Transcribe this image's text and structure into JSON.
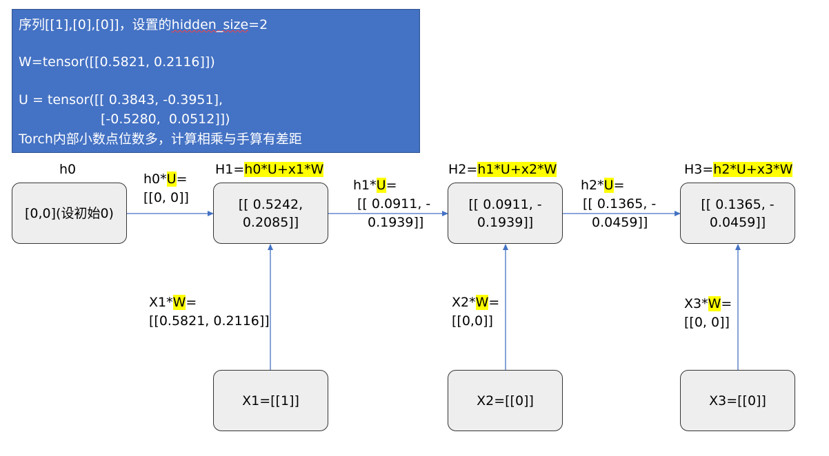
{
  "info": {
    "line1_prefix": "序列[[1],[0],[0]]，设置的",
    "line1_underlined": "hidden_size",
    "line1_suffix": "=2",
    "line2": "W=tensor([[0.5821, 0.2116]])",
    "line3": "U = tensor([[ 0.3843, -0.3951],",
    "line4": "[-0.5280,  0.0512]])",
    "line5": "Torch内部小数点位数多，计算相乘与手算有差距"
  },
  "h0": {
    "title": "h0",
    "value": "[0,0](设初始0)"
  },
  "h1": {
    "title_prefix": "H1=",
    "formula": "h0*U+x1*W",
    "line1": "[[ 0.5242,",
    "line2": "0.2085]]"
  },
  "h2": {
    "title_prefix": "H2=",
    "formula": "h1*U+x2*W",
    "line1": "[[ 0.0911, -",
    "line2": "0.1939]]"
  },
  "h3": {
    "title_prefix": "H3=",
    "formula": "h2*U+x3*W",
    "line1": "[[ 0.1365, -",
    "line2": "0.0459]]"
  },
  "x1": {
    "value": "X1=[[1]]"
  },
  "x2": {
    "value": "X2=[[0]]"
  },
  "x3": {
    "value": "X3=[[0]]"
  },
  "edges": {
    "h0_u": {
      "prefix": "h0*",
      "hl": "U",
      "suffix": "=",
      "line2": "[[0, 0]]"
    },
    "h1_u": {
      "prefix": "h1*",
      "hl": "U",
      "suffix": "=",
      "line2": "[[ 0.0911, -",
      "line3": "0.1939]]"
    },
    "h2_u": {
      "prefix": "h2*",
      "hl": "U",
      "suffix": "=",
      "line2": "[[ 0.1365, -",
      "line3": "0.0459]]"
    },
    "x1_w": {
      "prefix": "X1*",
      "hl": "W",
      "suffix": "=",
      "line2": "[[0.5821, 0.2116]]"
    },
    "x2_w": {
      "prefix": "X2*",
      "hl": "W",
      "suffix": "=",
      "line2": "[[0,0]]"
    },
    "x3_w": {
      "prefix": "X3*",
      "hl": "W",
      "suffix": "=",
      "line2": "[[0, 0]]"
    }
  },
  "colors": {
    "info_bg": "#4472c4",
    "box_fill": "#eeeeee",
    "arrow": "#4472c4",
    "highlight": "#ffff00"
  }
}
